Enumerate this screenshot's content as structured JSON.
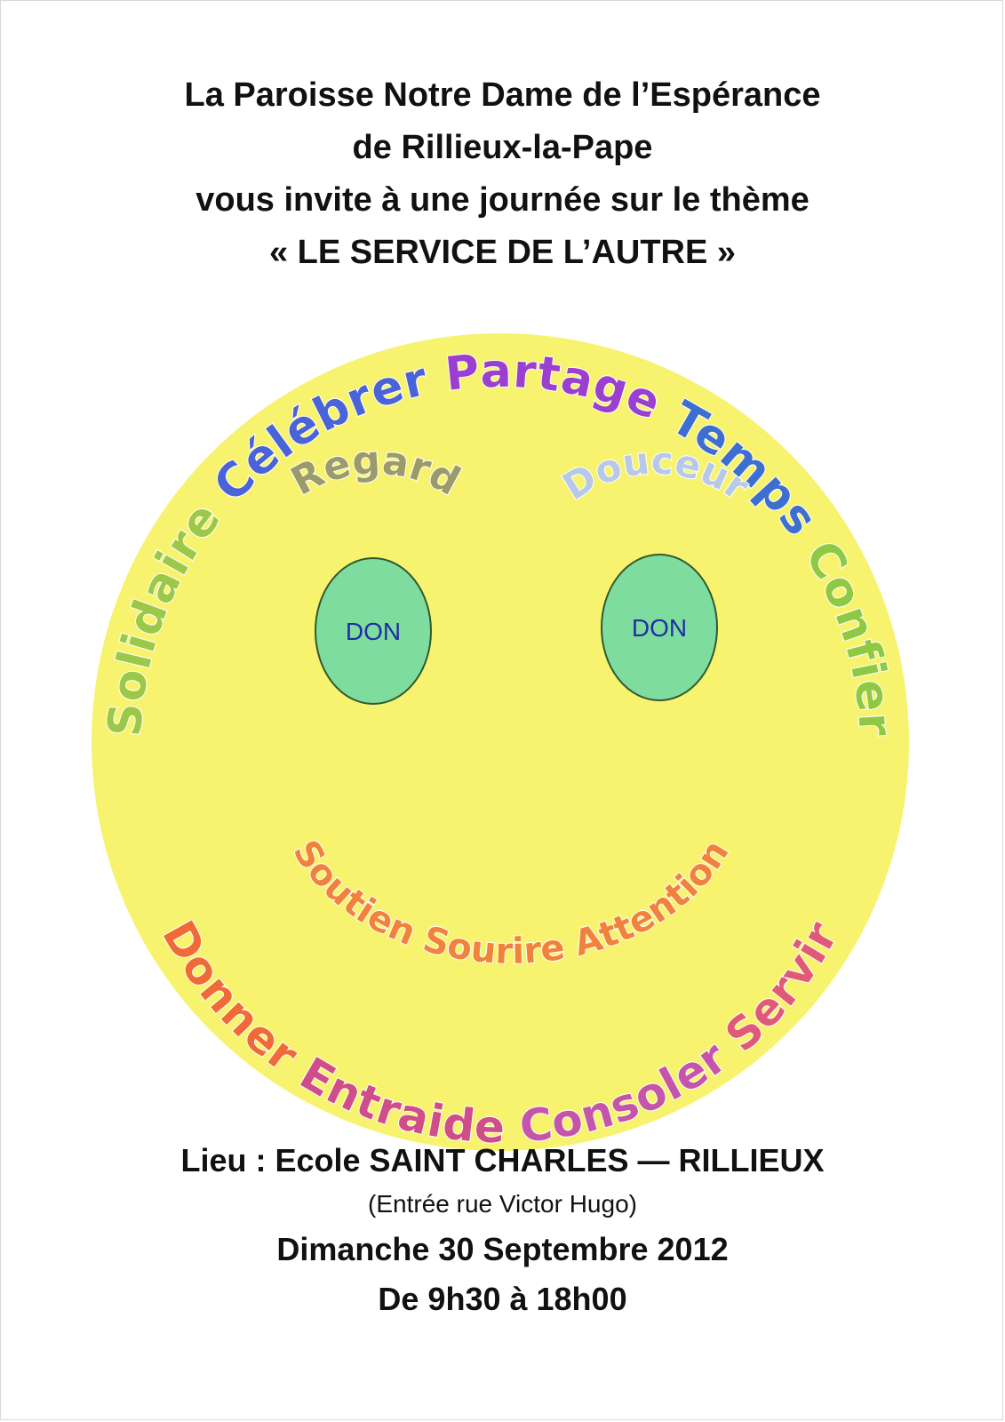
{
  "header": {
    "line1": "La  Paroisse Notre Dame de l’Espérance",
    "line2": "de Rillieux-la-Pape",
    "line3": "vous invite à une journée sur le thème",
    "line4": "« LE SERVICE DE L’AUTRE »"
  },
  "smiley": {
    "face_color": "#f7f36f",
    "eye_color": "#7fdc9f",
    "eye_left_label": "DON",
    "eye_right_label": "DON",
    "brow_left": {
      "text": "Regard",
      "color": "#9a9a6a"
    },
    "brow_right": {
      "text": "Douceur",
      "color": "#b7c8e8"
    },
    "ring_top": [
      {
        "text": "Solidaire",
        "color": "#9cc84a"
      },
      {
        "text": "Célébrer",
        "color": "#4a63d6"
      },
      {
        "text": "Partage",
        "color": "#9b3fcf"
      },
      {
        "text": "Temps",
        "color": "#3d6fd0"
      },
      {
        "text": "Confier",
        "color": "#8fc842"
      }
    ],
    "ring_bottom": [
      {
        "text": "Donner",
        "color": "#ef6a36"
      },
      {
        "text": "Entraide",
        "color": "#cf4e8a"
      },
      {
        "text": "Consoler",
        "color": "#c555a8"
      },
      {
        "text": "Servir",
        "color": "#e05a78"
      }
    ],
    "mouth": [
      {
        "text": "Soutien",
        "color": "#f0823c"
      },
      {
        "text": "Sourire",
        "color": "#f0823c"
      },
      {
        "text": "Attention",
        "color": "#f0823c"
      }
    ]
  },
  "footer": {
    "line1": "Lieu : Ecole SAINT CHARLES — RILLIEUX",
    "line2": "(Entrée rue Victor Hugo)",
    "line3": "Dimanche 30 Septembre 2012",
    "line4": "De 9h30 à 18h00"
  }
}
